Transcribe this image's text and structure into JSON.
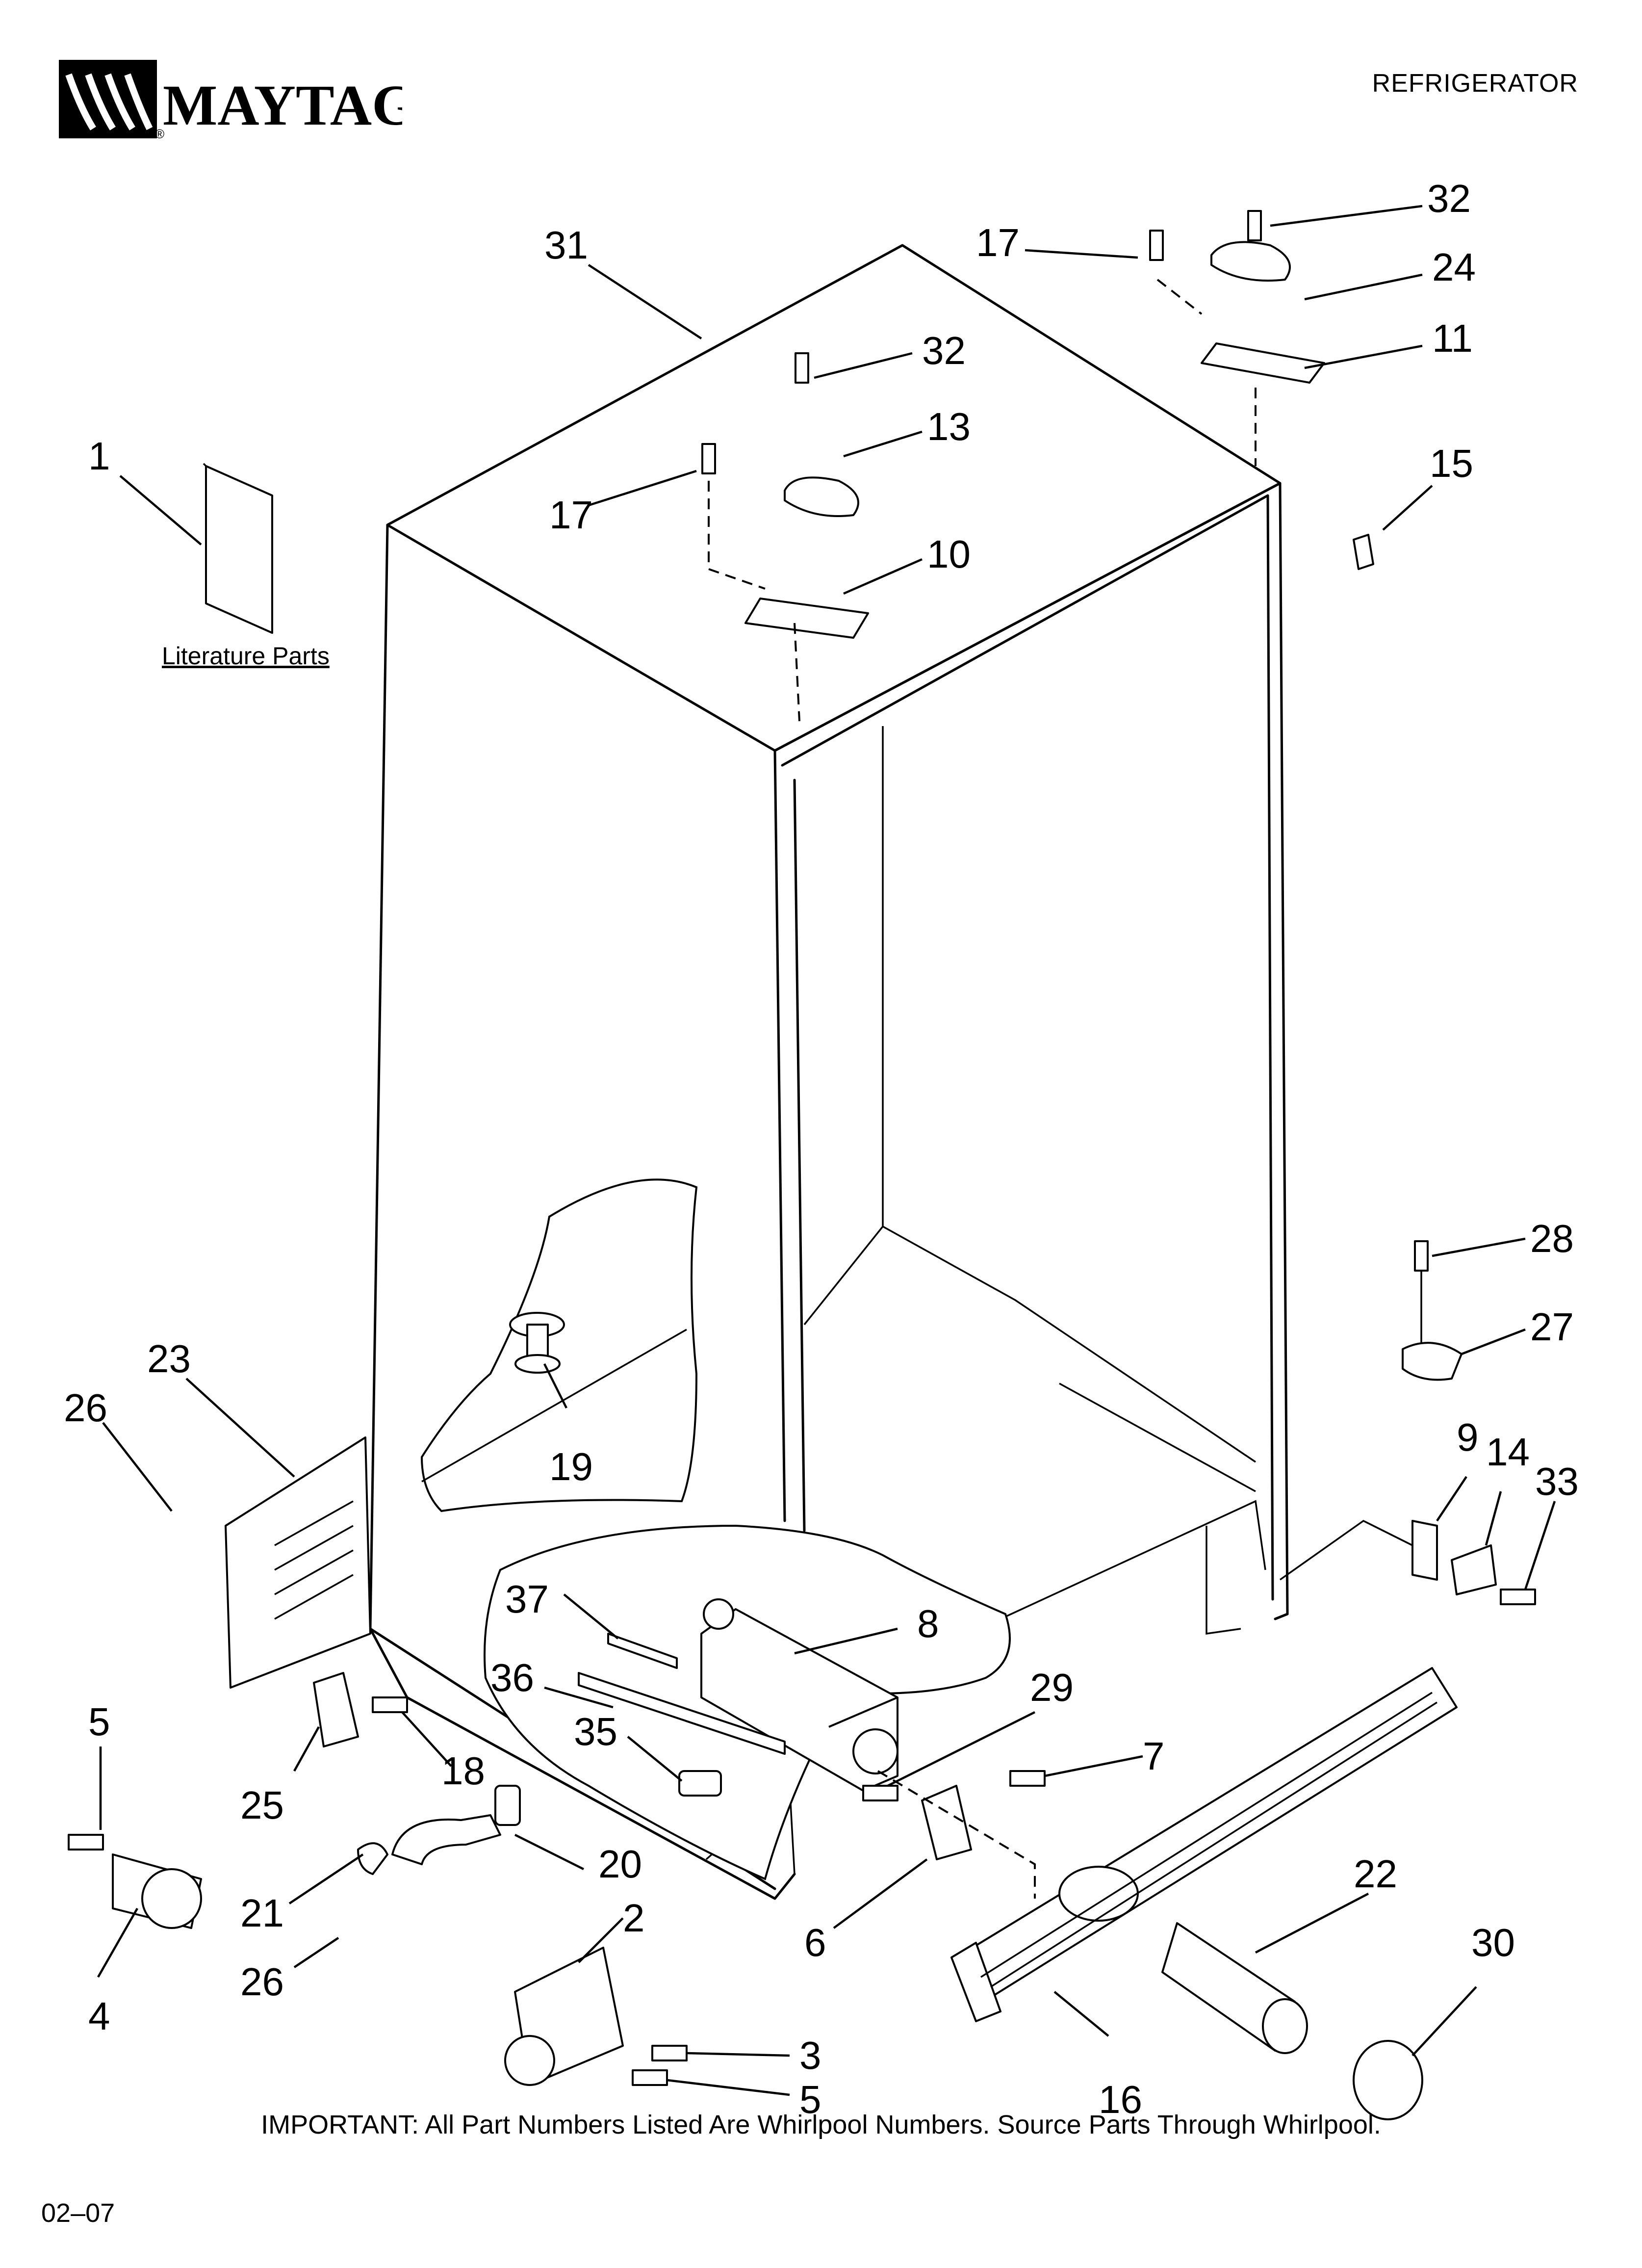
{
  "header": {
    "brand": "MAYTAG",
    "category": "REFRIGERATOR"
  },
  "literature_label": "Literature Parts",
  "callouts": {
    "c1": "1",
    "c2": "2",
    "c3": "3",
    "c4": "4",
    "c5a": "5",
    "c5b": "5",
    "c6": "6",
    "c7": "7",
    "c8": "8",
    "c9": "9",
    "c10": "10",
    "c11": "11",
    "c13": "13",
    "c14": "14",
    "c15": "15",
    "c16": "16",
    "c17a": "17",
    "c17b": "17",
    "c18": "18",
    "c19": "19",
    "c20": "20",
    "c21": "21",
    "c22": "22",
    "c23": "23",
    "c24": "24",
    "c25": "25",
    "c26a": "26",
    "c26b": "26",
    "c27": "27",
    "c28": "28",
    "c29": "29",
    "c30": "30",
    "c31": "31",
    "c32a": "32",
    "c32b": "32",
    "c33": "33",
    "c35": "35",
    "c36": "36",
    "c37": "37"
  },
  "footer": {
    "note": "IMPORTANT: All Part Numbers Listed Are Whirlpool Numbers. Source Parts Through Whirlpool.",
    "code": "02–07"
  }
}
